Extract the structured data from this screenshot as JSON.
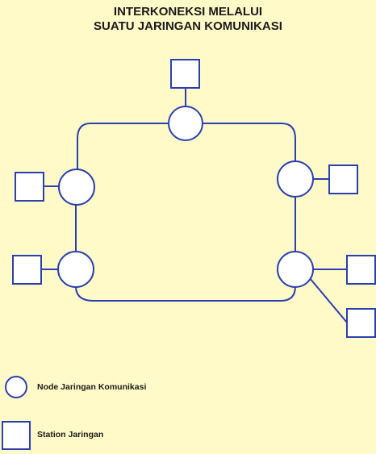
{
  "title": {
    "line1": "INTERKONEKSI MELALUI",
    "line2": "SUATU JARINGAN KOMUNIKASI"
  },
  "legend": {
    "node_label": "Node Jaringan Komunikasi",
    "station_label": "Station Jaringan"
  },
  "colors": {
    "background": "#FFFAC8",
    "stroke": "#2B3FB0",
    "shape_fill": "#FFFFFF"
  },
  "diagram": {
    "node_count": 5,
    "station_count": 6,
    "icons": [
      "node-circle-icon",
      "station-square-icon"
    ]
  }
}
